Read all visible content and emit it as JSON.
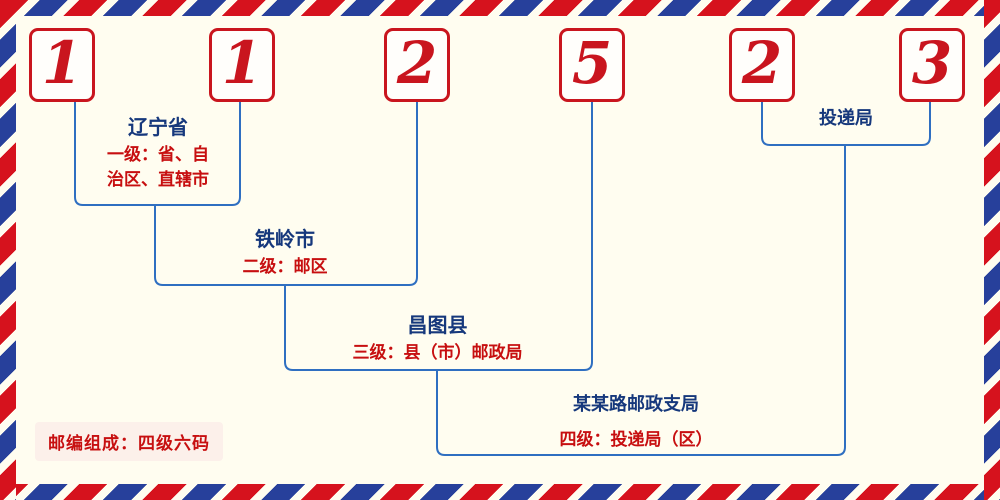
{
  "digits": [
    "1",
    "1",
    "2",
    "5",
    "2",
    "3"
  ],
  "levels": {
    "level1": {
      "name": "辽宁省",
      "desc_lines": [
        "一级：省、自",
        "治区、直辖市"
      ]
    },
    "level2": {
      "name": "铁岭市",
      "desc": "二级：邮区"
    },
    "level3": {
      "name": "昌图县",
      "desc": "三级：县（市）邮政局"
    },
    "level4": {
      "name": "某某路邮政支局",
      "desc": "四级：投递局（区）"
    },
    "delivery": {
      "name": "投递局"
    }
  },
  "note": "邮编组成：四级六码",
  "colors": {
    "background": "#fffdf0",
    "digit_red": "#c9151e",
    "stripe_red": "#d6121d",
    "stripe_blue": "#27409b",
    "line_blue": "#2f6fc1",
    "label_navy": "#16387c",
    "desc_red": "#c70f10",
    "note_bg": "#fcf0ea"
  }
}
